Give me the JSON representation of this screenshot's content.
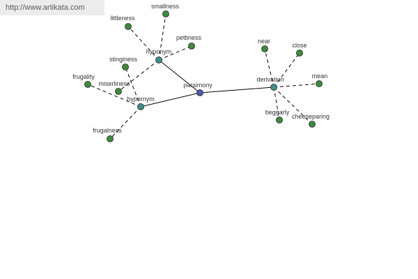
{
  "watermark": {
    "url": "http://www.artikata.com"
  },
  "colors": {
    "root": "#4a5aa8",
    "relation": "#3f8f8f",
    "leaf": "#3f8a3f",
    "node_stroke": "#222222",
    "edge": "#000000"
  },
  "graph": {
    "nodes": [
      {
        "id": "parsimony",
        "label": "parsimony",
        "kind": "root"
      },
      {
        "id": "hyponym",
        "label": "hyponym",
        "kind": "relation"
      },
      {
        "id": "hypernym",
        "label": "hypernym",
        "kind": "relation"
      },
      {
        "id": "derivation",
        "label": "derivation",
        "kind": "relation"
      },
      {
        "id": "smallness",
        "label": "smallness",
        "kind": "leaf"
      },
      {
        "id": "littleness",
        "label": "littleness",
        "kind": "leaf"
      },
      {
        "id": "pettiness",
        "label": "pettiness",
        "kind": "leaf"
      },
      {
        "id": "stinginess",
        "label": "stinginess",
        "kind": "leaf"
      },
      {
        "id": "frugality",
        "label": "frugality",
        "kind": "leaf"
      },
      {
        "id": "miserliness",
        "label": "miserliness",
        "kind": "leaf"
      },
      {
        "id": "frugalness",
        "label": "frugalness",
        "kind": "leaf"
      },
      {
        "id": "near",
        "label": "near",
        "kind": "leaf"
      },
      {
        "id": "close",
        "label": "close",
        "kind": "leaf"
      },
      {
        "id": "mean",
        "label": "mean",
        "kind": "leaf"
      },
      {
        "id": "beggarly",
        "label": "beggarly",
        "kind": "leaf"
      },
      {
        "id": "cheeseparing",
        "label": "cheeseparing",
        "kind": "leaf"
      }
    ],
    "edges": [
      {
        "from": "parsimony",
        "to": "hyponym",
        "style": "solid"
      },
      {
        "from": "parsimony",
        "to": "hypernym",
        "style": "solid"
      },
      {
        "from": "parsimony",
        "to": "derivation",
        "style": "solid"
      },
      {
        "from": "hyponym",
        "to": "smallness",
        "style": "dashed"
      },
      {
        "from": "hyponym",
        "to": "littleness",
        "style": "dashed"
      },
      {
        "from": "hyponym",
        "to": "pettiness",
        "style": "dashed"
      },
      {
        "from": "hyponym",
        "to": "miserliness",
        "style": "dashed"
      },
      {
        "from": "hypernym",
        "to": "stinginess",
        "style": "dashed"
      },
      {
        "from": "hypernym",
        "to": "frugality",
        "style": "dashed"
      },
      {
        "from": "hypernym",
        "to": "frugalness",
        "style": "dashed"
      },
      {
        "from": "derivation",
        "to": "near",
        "style": "dashed"
      },
      {
        "from": "derivation",
        "to": "close",
        "style": "dashed"
      },
      {
        "from": "derivation",
        "to": "mean",
        "style": "dashed"
      },
      {
        "from": "derivation",
        "to": "beggarly",
        "style": "dashed"
      },
      {
        "from": "derivation",
        "to": "cheeseparing",
        "style": "dashed"
      }
    ]
  }
}
